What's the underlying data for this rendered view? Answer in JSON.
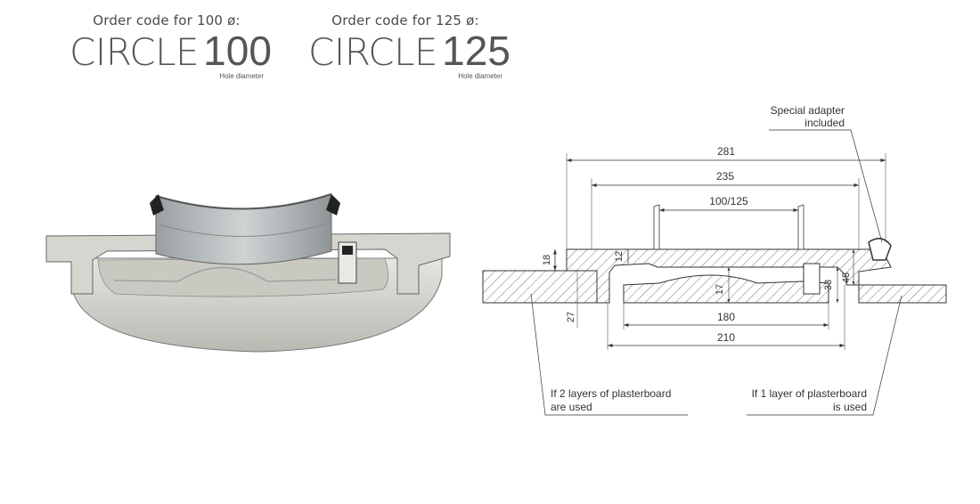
{
  "order_codes": [
    {
      "caption": "Order code for 100 ø:",
      "word": "CIRCLE",
      "number": "100",
      "sub": "Hole diameter"
    },
    {
      "caption": "Order code for 125 ø:",
      "word": "CIRCLE",
      "number": "125",
      "sub": "Hole diameter"
    }
  ],
  "drawing": {
    "dims": {
      "d281": "281",
      "d235": "235",
      "d100_125": "100/125",
      "d180": "180",
      "d210": "210",
      "d18": "18",
      "d12": "12",
      "d27": "27",
      "d17": "17",
      "d33": "33",
      "d45": "45"
    },
    "notes": {
      "adapter_line1": "Special adapter",
      "adapter_line2": "included",
      "two_layers_line1": "If 2 layers of plasterboard",
      "two_layers_line2": "are used",
      "one_layer_line1": "If 1 layer of plasterboard",
      "one_layer_line2": "is used"
    }
  },
  "colors": {
    "text": "#555555",
    "line": "#333333",
    "model_light": "#d9d9d4",
    "model_dark": "#a9a9a2"
  }
}
